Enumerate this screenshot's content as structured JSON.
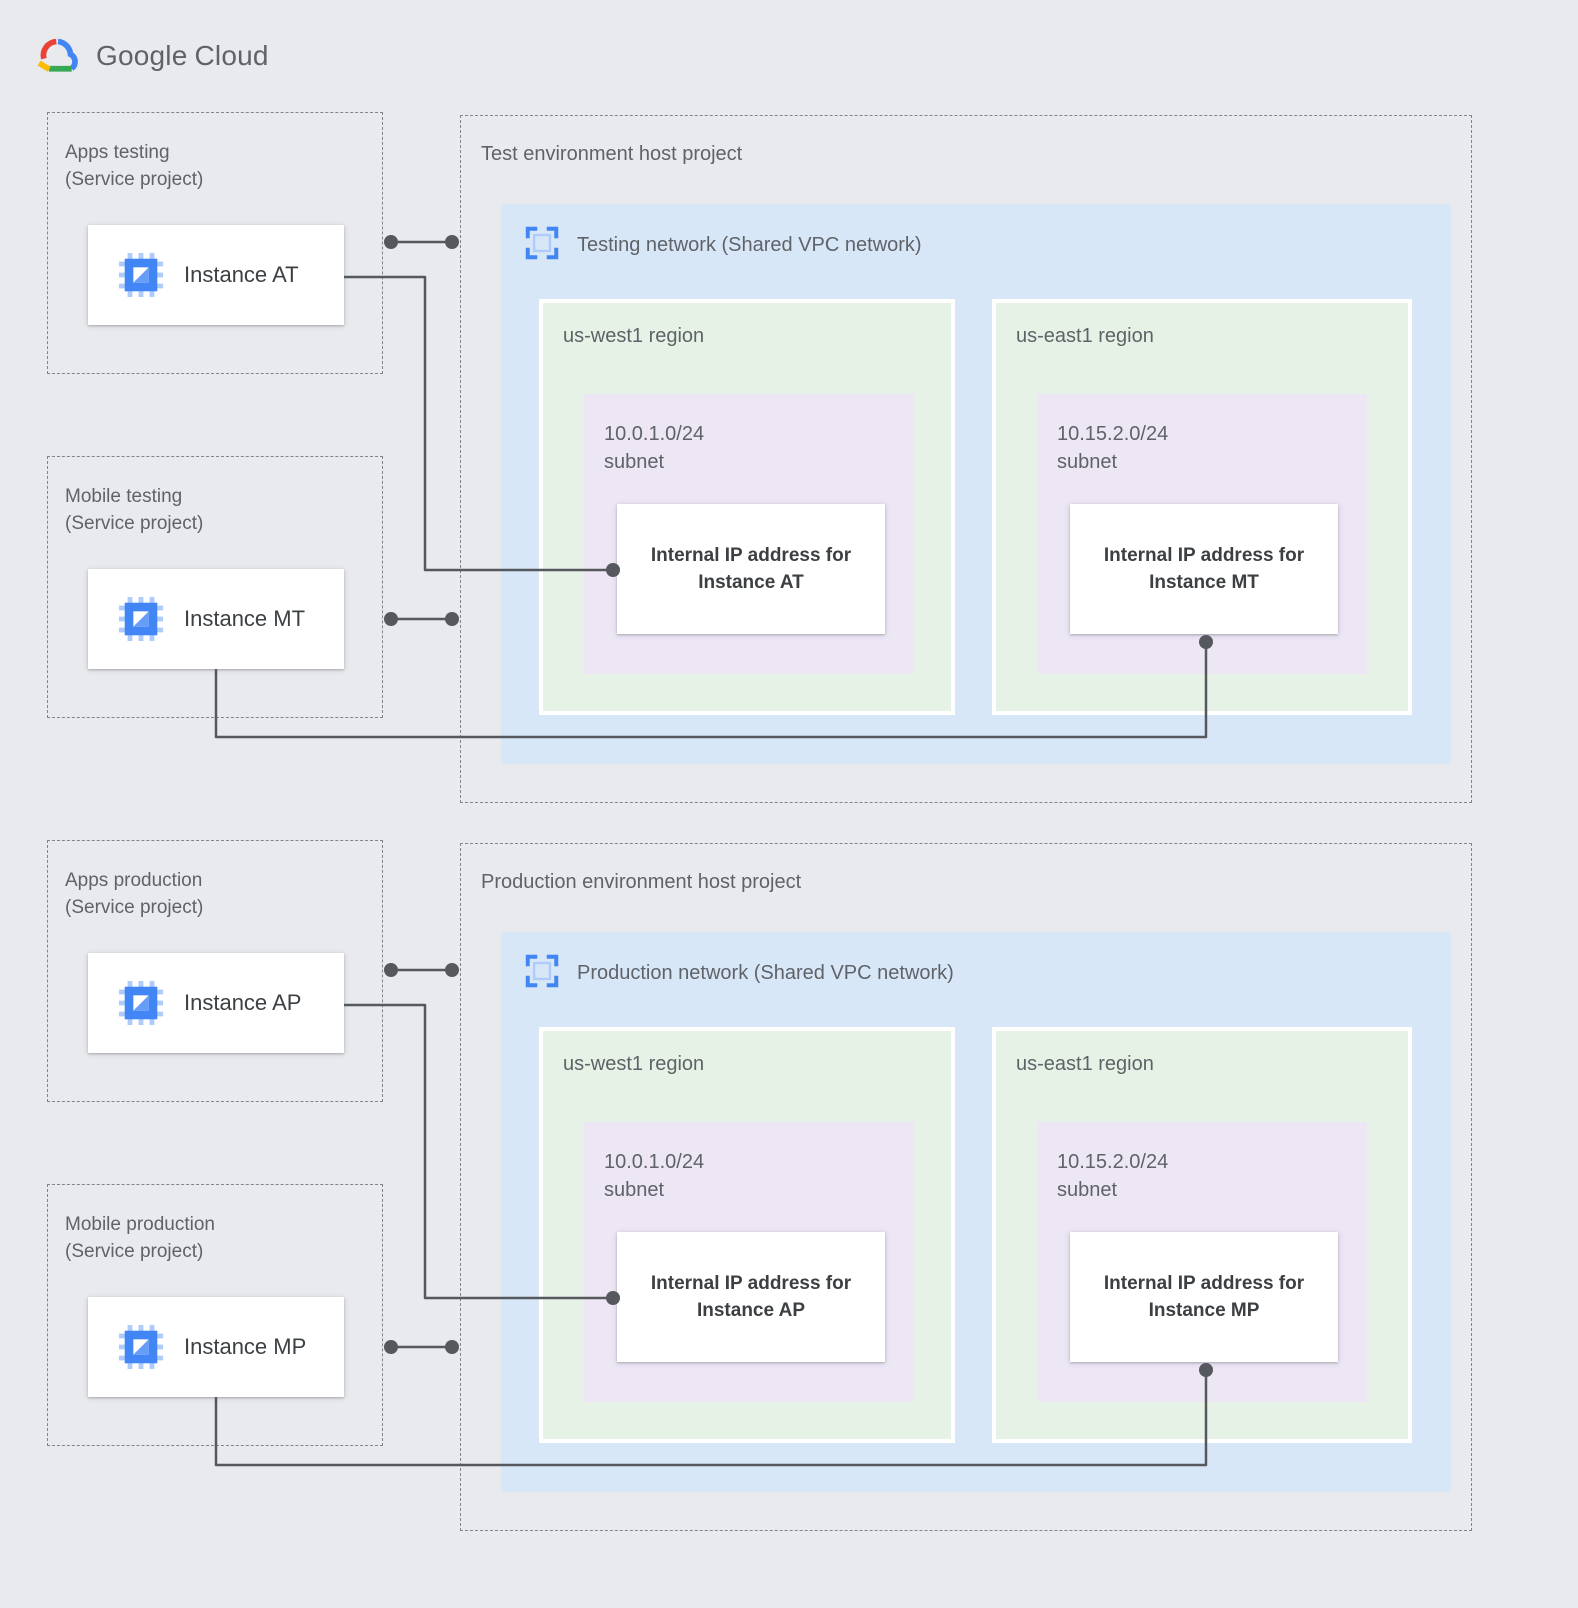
{
  "logo": {
    "part1": "Google",
    "part2": "Cloud"
  },
  "colors": {
    "page_bg": "#e8eaed",
    "network_bg": "#d7e7f8",
    "region_bg": "#e6f2e6",
    "subnet_bg": "#ece6f5",
    "connector": "#55585c",
    "brand_blue": "#4285f4",
    "brand_red": "#ea4335",
    "brand_yellow": "#fbbc04",
    "brand_green": "#34a853"
  },
  "sections": {
    "test": {
      "service_projects": [
        {
          "title": "Apps testing",
          "subtitle": "(Service project)",
          "instance": "Instance AT"
        },
        {
          "title": "Mobile testing",
          "subtitle": "(Service project)",
          "instance": "Instance MT"
        }
      ],
      "host": {
        "title": "Test environment host project",
        "network": "Testing network (Shared VPC network)",
        "regions": [
          {
            "name": "us-west1 region",
            "cidr": "10.0.1.0/24",
            "subnet_word": "subnet",
            "ip_line1": "Internal IP address for",
            "ip_line2": "Instance AT"
          },
          {
            "name": "us-east1 region",
            "cidr": "10.15.2.0/24",
            "subnet_word": "subnet",
            "ip_line1": "Internal IP address for",
            "ip_line2": "Instance MT"
          }
        ]
      }
    },
    "prod": {
      "service_projects": [
        {
          "title": "Apps production",
          "subtitle": "(Service project)",
          "instance": "Instance AP"
        },
        {
          "title": "Mobile production",
          "subtitle": "(Service project)",
          "instance": "Instance MP"
        }
      ],
      "host": {
        "title": "Production environment host project",
        "network": "Production network (Shared VPC network)",
        "regions": [
          {
            "name": "us-west1 region",
            "cidr": "10.0.1.0/24",
            "subnet_word": "subnet",
            "ip_line1": "Internal IP address for",
            "ip_line2": "Instance AP"
          },
          {
            "name": "us-east1 region",
            "cidr": "10.15.2.0/24",
            "subnet_word": "subnet",
            "ip_line1": "Internal IP address for",
            "ip_line2": "Instance MP"
          }
        ]
      }
    }
  }
}
